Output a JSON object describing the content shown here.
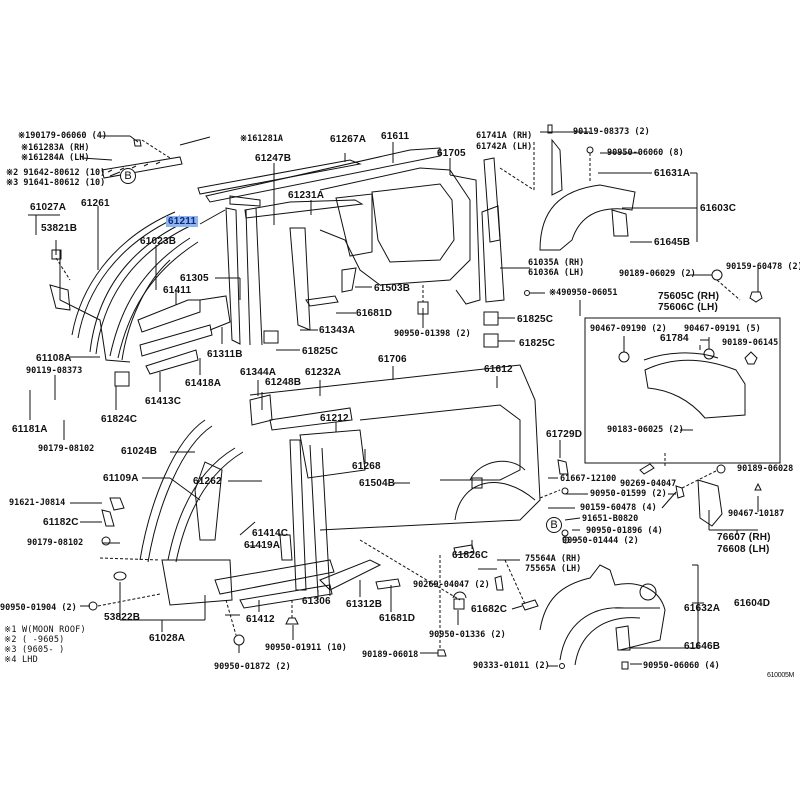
{
  "diagram": {
    "highlighted_part": "61211",
    "drawing_code": "610005M",
    "markers": {
      "b1": "B",
      "b2": "B"
    },
    "labels": {
      "p190179_06060": "※190179-06060 (4)",
      "p61283A": "※161283A (RH)",
      "p61284A": "※161284A (LH)",
      "p91642": "※2 91642-80612 (10)",
      "p91641": "※3 91641-80612 (10)",
      "p61027A": "61027A",
      "p53821B": "53821B",
      "p61261": "61261",
      "p61211": "61211",
      "p61023B": "61023B",
      "p61281A": "※161281A",
      "p61247B": "61247B",
      "p61267A": "61267A",
      "p61611": "61611",
      "p61231A": "61231A",
      "p61705": "61705",
      "p61741A": "61741A (RH)",
      "p61742A": "61742A (LH)",
      "p90119_08373_2": "90119-08373 (2)",
      "p90950_06060_8": "90950-06060 (8)",
      "p61631A": "61631A",
      "p61603C": "61603C",
      "p61645B": "61645B",
      "p61035A": "61035A (RH)",
      "p61036A": "61036A (LH)",
      "p490950_06051": "※490950-06051",
      "p90189_06029": "90189-06029 (2)",
      "p90159_60478_2": "90159-60478 (2)",
      "p61305": "61305",
      "p61411": "61411",
      "p61503B": "61503B",
      "p61681D_a": "61681D",
      "p61343A": "61343A",
      "p90950_01398": "90950-01398 (2)",
      "p61825C_a": "61825C",
      "p61825C_b": "61825C",
      "p61825C_c": "61825C",
      "p61108A": "61108A",
      "p61311B": "61311B",
      "p61418A": "61418A",
      "p61413C": "61413C",
      "p90119_08373": "90119-08373",
      "p61181A": "61181A",
      "p61824C": "61824C",
      "p90179_08102_a": "90179-08102",
      "p75605C": "75605C (RH)",
      "p75606C": "75606C (LH)",
      "p90467_09190": "90467-09190 (2)",
      "p90467_09191": "90467-09191 (5)",
      "p61784": "61784",
      "p90189_06145": "90189-06145",
      "p90183_06025": "90183-06025 (2)",
      "p61344A": "61344A",
      "p61248B": "61248B",
      "p61232A": "61232A",
      "p61706": "61706",
      "p61612": "61612",
      "p61212": "61212",
      "p61268": "61268",
      "p61504B": "61504B",
      "p61729D": "61729D",
      "p61024B": "61024B",
      "p61109A": "61109A",
      "p61262": "61262",
      "p91621_J0814": "91621-J0814",
      "p61182C": "61182C",
      "p90179_08102_b": "90179-08102",
      "p61667_12100": "61667-12100",
      "p90269_04047_a": "90269-04047",
      "p90189_06028": "90189-06028",
      "p90950_01599": "90950-01599 (2)",
      "p90159_60478_4": "90159-60478 (4)",
      "p91651_B0820": "91651-B0820",
      "p90950_01896": "90950-01896 (4)",
      "p90950_01444": "90950-01444 (2)",
      "p90467_10187": "90467-10187",
      "p76607": "76607 (RH)",
      "p76608": "76608 (LH)",
      "p61414C": "61414C",
      "p61419A": "61419A",
      "p61826C": "61826C",
      "p75564A": "75564A (RH)",
      "p75565A": "75565A (LH)",
      "p90950_01904": "90950-01904 (2)",
      "p53822B": "53822B",
      "p61028A": "61028A",
      "p61412": "61412",
      "p61306": "61306",
      "p61312B": "61312B",
      "p61681D_b": "61681D",
      "p90269_04047_2": "90269-04047 (2)",
      "p61682C": "61682C",
      "p61632A": "61632A",
      "p61604D": "61604D",
      "p90950_01911": "90950-01911 (10)",
      "p90950_01336": "90950-01336 (2)",
      "p61646B": "61646B",
      "p90950_01872": "90950-01872 (2)",
      "p90189_06018": "90189-06018",
      "p90333_01011": "90333-01011 (2)",
      "p90950_06060_4": "90950-06060 (4)"
    },
    "notes": [
      "※1 W(MOON ROOF)",
      "※2 (      -9605)",
      "※3 (9605-      )",
      "※4 LHD"
    ]
  }
}
